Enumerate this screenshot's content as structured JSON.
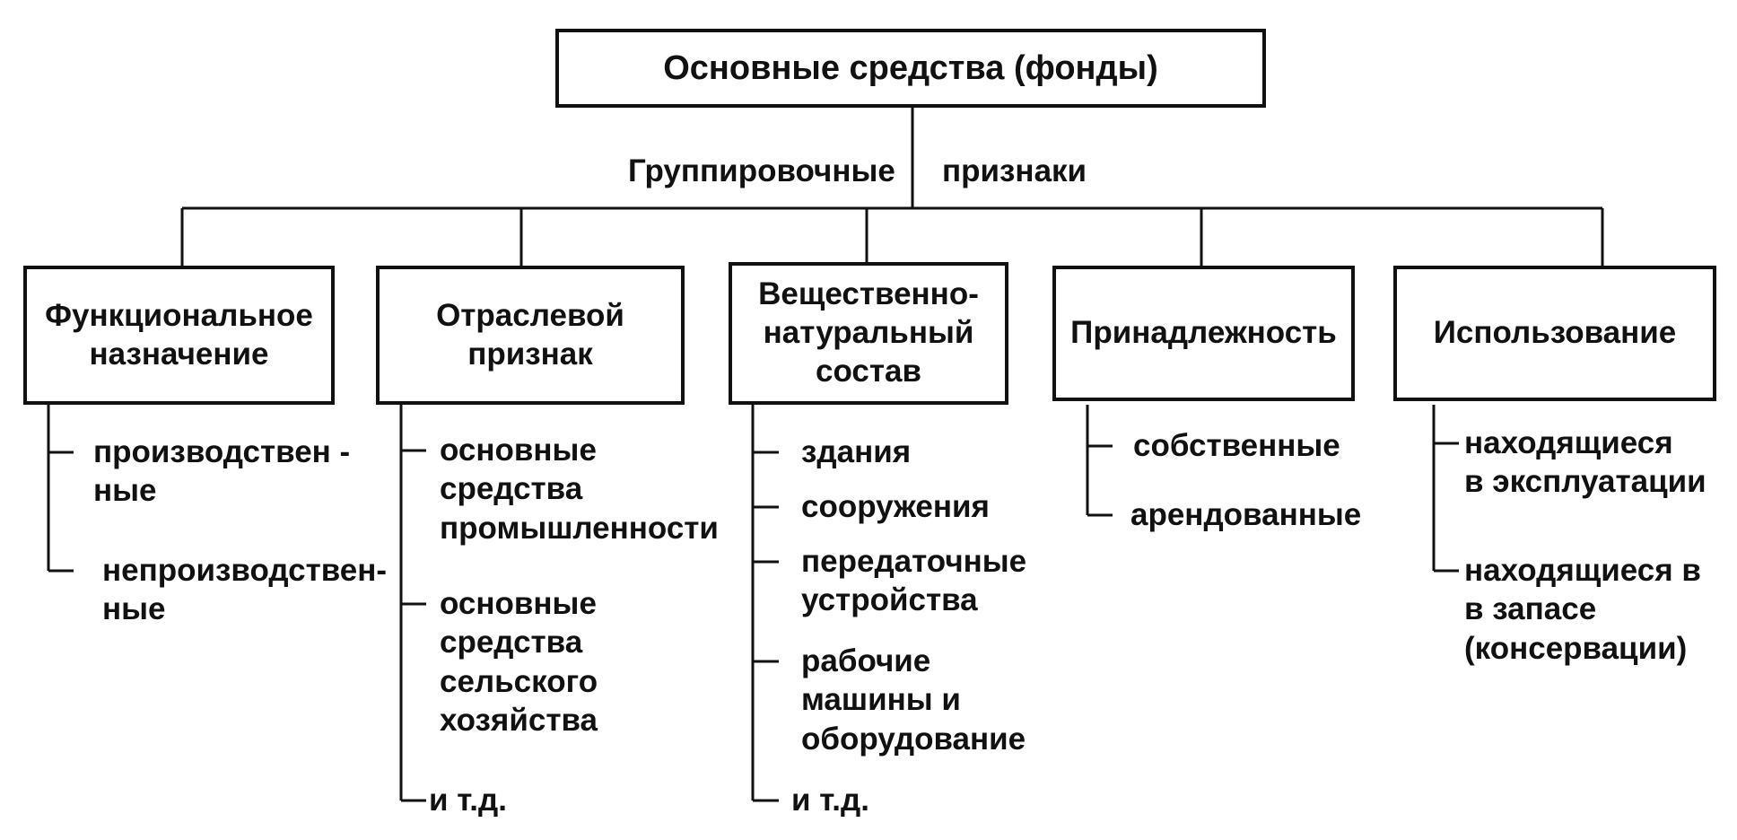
{
  "root": {
    "label": "Основные средства (фонды)"
  },
  "grouping_caption": {
    "left": "Группировочные",
    "right": "признаки"
  },
  "categories": [
    {
      "label": "Функциональное\nназначение",
      "items": [
        "производствен -\nные",
        "непроизводствен-\nные"
      ]
    },
    {
      "label": "Отраслевой\nпризнак",
      "items": [
        "основные\nсредства\nпромышленности",
        "основные\nсредства\nсельского\nхозяйства",
        "и т.д."
      ]
    },
    {
      "label": "Вещественно-\nнатуральный\nсостав",
      "items": [
        "здания",
        "сооружения",
        "передаточные\nустройства",
        "рабочие\nмашины и\nоборудование",
        "и т.д."
      ]
    },
    {
      "label": "Принадлежность",
      "items": [
        "собственные",
        "арендованные"
      ]
    },
    {
      "label": "Использование",
      "items": [
        "находящиеся\nв эксплуатации",
        "находящиеся в\nв запасе\n(консервации)"
      ]
    }
  ]
}
